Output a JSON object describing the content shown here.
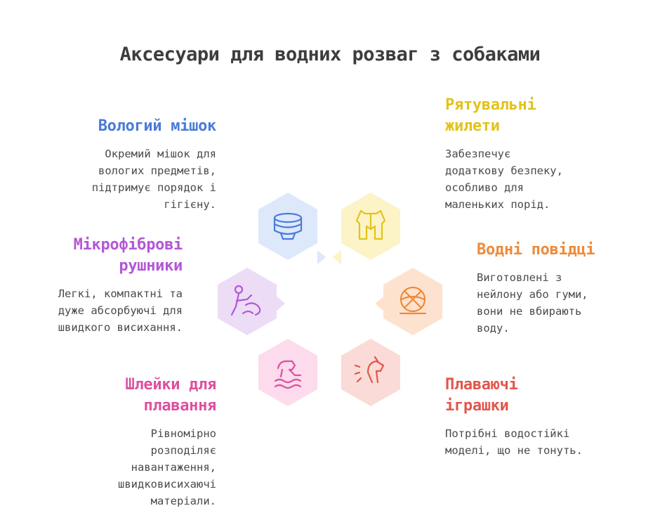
{
  "title": "Аксесуари для водних розваг з собаками",
  "items": {
    "wet_bag": {
      "heading": "Вологий мішок",
      "desc": [
        "Окремий мішок для",
        "вологих предметів,",
        "підтримує порядок і",
        "гігієну."
      ],
      "color": "#4a7bd9",
      "hex_fill": "#dde8fb",
      "icon": "bucket-icon"
    },
    "towels": {
      "heading": [
        "Мікрофіброві",
        "рушники"
      ],
      "desc": [
        "Легкі, компактні та",
        "дуже абсорбуючі для",
        "швидкого висихання."
      ],
      "color": "#b357d6",
      "hex_fill": "#ecdcf6",
      "icon": "drying-person-icon"
    },
    "harness": {
      "heading": [
        "Шлейки для",
        "плавання"
      ],
      "desc": [
        "Рівномірно",
        "розподіляє",
        "навантаження,",
        "швидковисихаючі",
        "матеріали."
      ],
      "color": "#de4fa0",
      "hex_fill": "#fbdbec",
      "icon": "swimming-dog-icon"
    },
    "vests": {
      "heading": [
        "Рятувальні",
        "жилети"
      ],
      "desc": [
        "Забезпечує",
        "додаткову безпеку,",
        "особливо для",
        "маленьких порід."
      ],
      "color": "#e3c21a",
      "hex_fill": "#fcf3c6",
      "icon": "life-vest-icon"
    },
    "leashes": {
      "heading": "Водні повідці",
      "desc": [
        "Виготовлені з",
        "нейлону або гуми,",
        "вони не вбирають",
        "воду."
      ],
      "color": "#ee8a3a",
      "hex_fill": "#fde3cf",
      "icon": "rope-ball-icon"
    },
    "toys": {
      "heading": [
        "Плаваючі",
        "іграшки"
      ],
      "desc": [
        "Потрібні водостійкі",
        "моделі, що не тонуть."
      ],
      "color": "#e2574c",
      "hex_fill": "#fadbd7",
      "icon": "barking-dog-icon"
    }
  }
}
